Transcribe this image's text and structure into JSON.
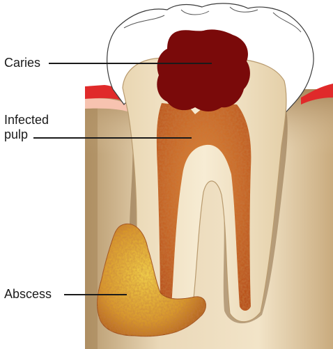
{
  "labels": {
    "caries": "Caries",
    "infected_pulp_line1": "Infected",
    "infected_pulp_line2": "pulp",
    "abscess": "Abscess"
  },
  "colors": {
    "caries": "#7a0a0a",
    "pulp": "#c8622a",
    "enamel": "#ffffff",
    "dentin": "#f3e6c9",
    "bone": "#d9c3a0",
    "gum": "#e02a2a",
    "abscess": "#e6b230"
  }
}
